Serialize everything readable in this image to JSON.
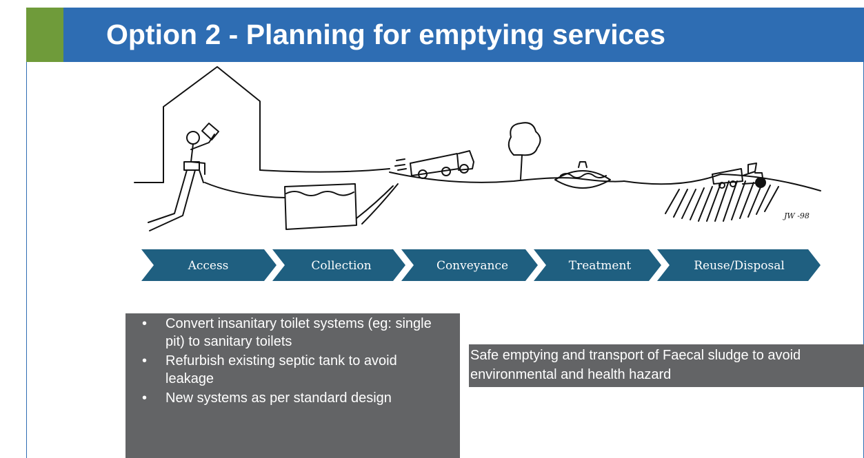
{
  "title": "Option 2 - Planning for emptying services",
  "sketch": {
    "signature": "JW -98"
  },
  "stages": [
    "Access",
    "Collection",
    "Conveyance",
    "Treatment",
    "Reuse/Disposal"
  ],
  "left_box": {
    "items": [
      "Convert insanitary toilet systems (eg: single pit) to sanitary toilets",
      "Refurbish existing septic tank to avoid leakage",
      "New systems as per standard design"
    ]
  },
  "right_box": {
    "text": "Safe emptying and  transport of Faecal  sludge to avoid  environmental and  health hazard"
  },
  "colors": {
    "title_bar": "#2e6db3",
    "accent_green": "#6f9b3a",
    "chevron": "#1f5f80",
    "text_box": "#636466"
  }
}
